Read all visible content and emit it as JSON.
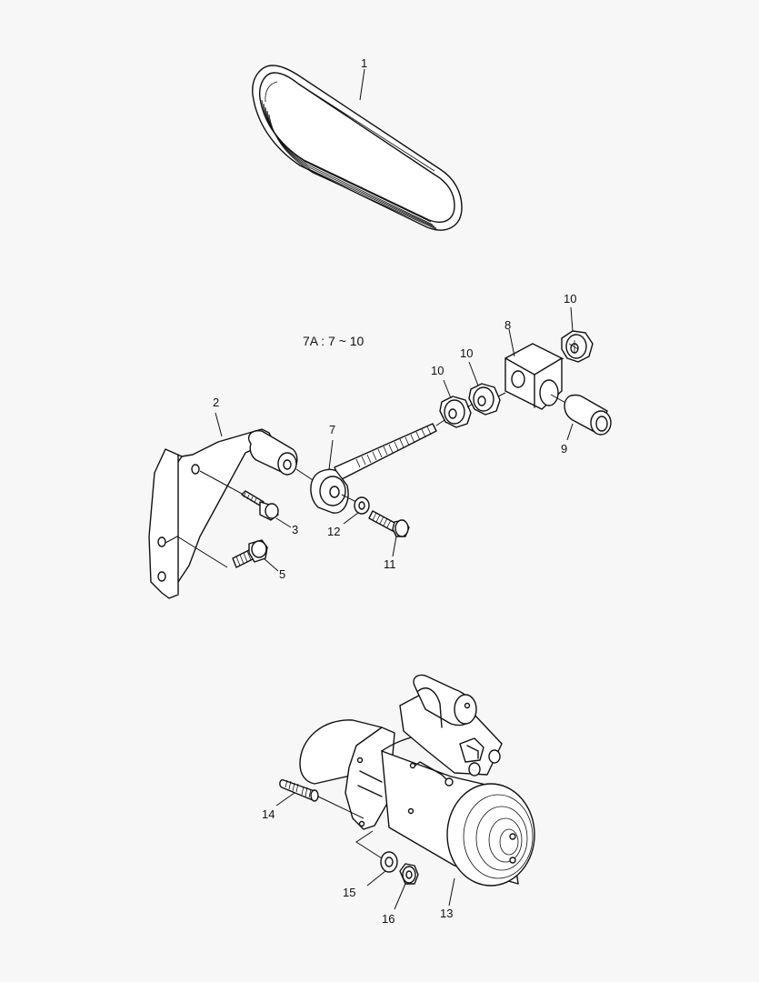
{
  "diagram": {
    "type": "exploded parts diagram",
    "background": "#f7f7f7",
    "line_color": "#111111",
    "note": "7A : 7 ~ 10",
    "callouts": [
      {
        "id": "c1",
        "text": "1",
        "part": "drive-belt"
      },
      {
        "id": "c2",
        "text": "2",
        "part": "mounting-bracket"
      },
      {
        "id": "c3",
        "text": "3",
        "part": "bracket-bolt-upper"
      },
      {
        "id": "c5",
        "text": "5",
        "part": "bracket-bolt-lower"
      },
      {
        "id": "c7",
        "text": "7",
        "part": "adjusting-rod-with-eye"
      },
      {
        "id": "c8",
        "text": "8",
        "part": "swivel-block"
      },
      {
        "id": "c9",
        "text": "9",
        "part": "bushing-sleeve"
      },
      {
        "id": "c10a",
        "text": "10",
        "part": "nut"
      },
      {
        "id": "c10b",
        "text": "10",
        "part": "nut"
      },
      {
        "id": "c10c",
        "text": "10",
        "part": "nut"
      },
      {
        "id": "c11",
        "text": "11",
        "part": "hex-bolt"
      },
      {
        "id": "c12",
        "text": "12",
        "part": "washer"
      },
      {
        "id": "c13",
        "text": "13",
        "part": "starter-motor"
      },
      {
        "id": "c14",
        "text": "14",
        "part": "stud"
      },
      {
        "id": "c15",
        "text": "15",
        "part": "washer"
      },
      {
        "id": "c16",
        "text": "16",
        "part": "nut"
      }
    ]
  }
}
